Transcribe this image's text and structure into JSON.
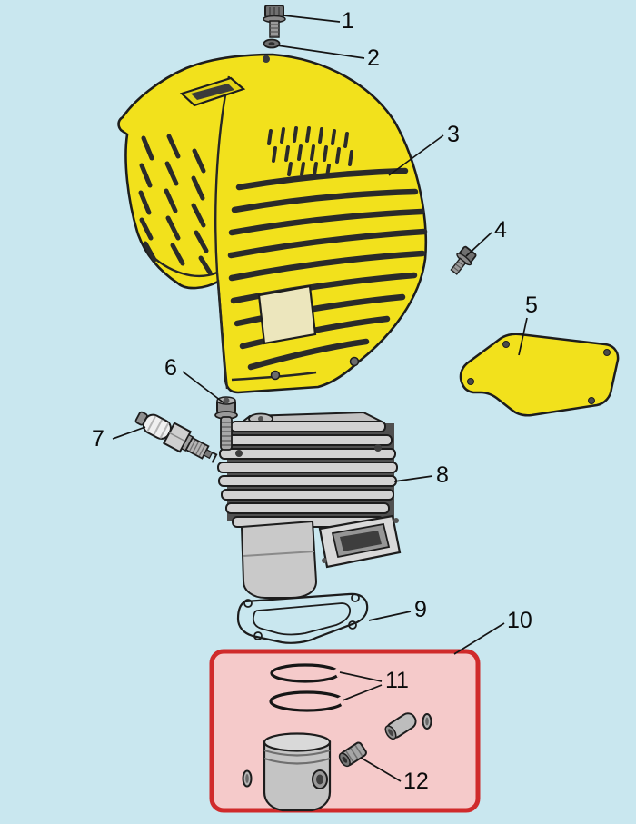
{
  "diagram": {
    "type": "exploded-parts-diagram",
    "callouts": [
      {
        "label": "1",
        "part": "cover-bolt"
      },
      {
        "label": "2",
        "part": "washer"
      },
      {
        "label": "3",
        "part": "engine-cover"
      },
      {
        "label": "4",
        "part": "side-bolt"
      },
      {
        "label": "5",
        "part": "cover-plate"
      },
      {
        "label": "6",
        "part": "cylinder-bolt"
      },
      {
        "label": "7",
        "part": "spark-plug"
      },
      {
        "label": "8",
        "part": "cylinder-assembly"
      },
      {
        "label": "9",
        "part": "cylinder-gasket"
      },
      {
        "label": "10",
        "part": "piston-kit"
      },
      {
        "label": "11",
        "part": "piston-rings"
      },
      {
        "label": "12",
        "part": "piston-pin-bearing"
      }
    ],
    "colors": {
      "background": "#c9e7ef",
      "part_yellow": "#f2e11c",
      "metal_gray": "#c6c6c6",
      "outline": "#1d1d1d",
      "highlight_border": "#d02b2b",
      "highlight_fill": "#f5caca"
    }
  }
}
